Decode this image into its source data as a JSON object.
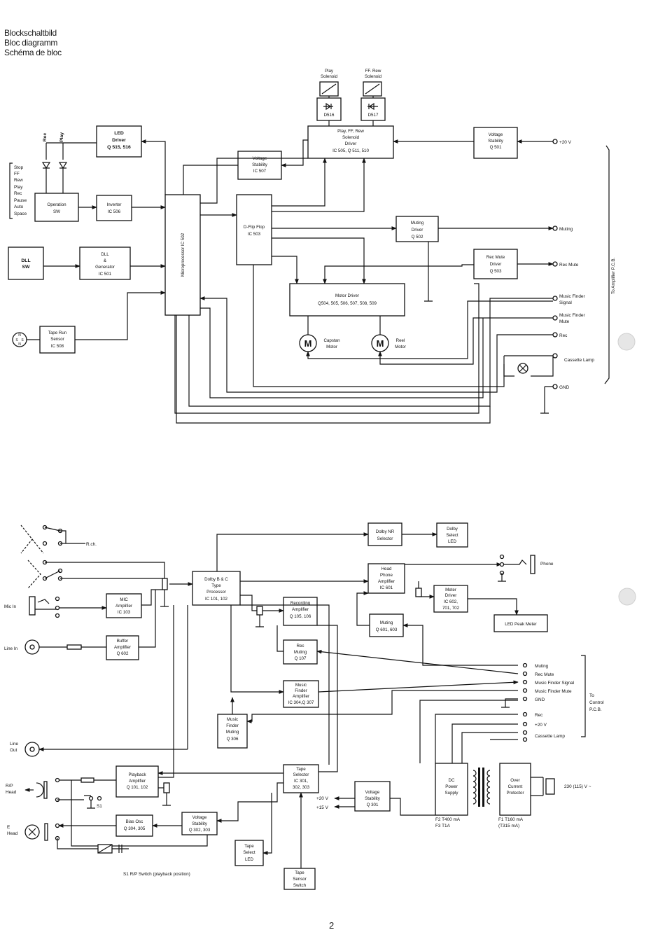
{
  "page": {
    "title_de": "Blockschaltbild",
    "title_en": "Bloc diagramm",
    "title_fr": "Schéma de bloc",
    "page_number": "2"
  },
  "control_section": {
    "blocks": {
      "play_solenoid": [
        "Play",
        "Solenoid"
      ],
      "ff_rew_solenoid": [
        "FF. Rew",
        "Solenoid"
      ],
      "d516": "D516",
      "d517": "D517",
      "solenoid_driver": [
        "Play, FF, Rew",
        "Solenoid",
        "Driver",
        "IC 505, Q 511, 510"
      ],
      "voltage_stability_q501": [
        "Voltage",
        "Stability",
        "Q 501"
      ],
      "led_driver": [
        "LED",
        "Driver",
        "Q 515, 516"
      ],
      "voltage_stability_ic507": [
        "Voltage",
        "Stability",
        "IC 507"
      ],
      "operation_sw": [
        "Operation",
        "SW"
      ],
      "inverter": [
        "Inverter",
        "IC 506"
      ],
      "microprocessor": "Microprocessor IC 502",
      "d_flip_flop": [
        "D-Flip Flop",
        "IC 503"
      ],
      "muting_driver": [
        "Muting",
        "Driver",
        "Q 502"
      ],
      "dll_sw": [
        "DLL",
        "SW"
      ],
      "dll_generator": [
        "DLL",
        "&",
        "Generator",
        "IC 501"
      ],
      "rec_mute_driver": [
        "Rec Mute",
        "Driver",
        "Q 503"
      ],
      "motor_driver": [
        "Motor Driver",
        "Q504, 505, 506, 507, 508, 509"
      ],
      "tape_run_sensor": [
        "Tape Run",
        "Sensor",
        "IC 508"
      ],
      "capstan_motor": [
        "Capstan",
        "Motor"
      ],
      "reel_motor": [
        "Reel",
        "Motor"
      ]
    },
    "vertical_labels": {
      "rec": "Rec",
      "play": "Play"
    },
    "switch_list": [
      "Stop",
      "FF",
      "Rew",
      "Play",
      "Rec",
      "Pause",
      "Auto",
      "Space"
    ],
    "motor_symbol": "M",
    "sensor_symbol": [
      "N",
      "S",
      "S",
      "N"
    ],
    "connectors": {
      "plus20v": "+20 V",
      "muting": "Muting",
      "rec_mute": "Rec Mute",
      "mf_signal": [
        "Music Finder",
        "Signal"
      ],
      "mf_mute": [
        "Music Finder",
        "Mute"
      ],
      "rec": "Rec",
      "cassette_lamp": "Cassette Lamp",
      "gnd": "GND"
    },
    "to_amplifier": "To Amplifier P.C.B."
  },
  "audio_section": {
    "blocks": {
      "dolby_nr_selector": [
        "Dolby NR",
        "Selector"
      ],
      "dolby_select_led": [
        "Dolby",
        "Select",
        "LED"
      ],
      "dolby_bc": [
        "Dolby B & C",
        "Type",
        "Processor",
        "IC 101, 102"
      ],
      "mic_amp": [
        "MIC",
        "Amplifier",
        "IC 103"
      ],
      "buffer_amp": [
        "Buffer",
        "Amplifier",
        "Q 602"
      ],
      "rec_amp": [
        "Recording",
        "Amplifier",
        "Q 105, 106"
      ],
      "rec_muting": [
        "Rec",
        "Muting",
        "Q 107"
      ],
      "mf_amp": [
        "Music",
        "Finder",
        "Amplifier",
        "IC 304,Q 307"
      ],
      "mf_muting": [
        "Music",
        "Finder",
        "Muting",
        "Q 306"
      ],
      "hp_amp": [
        "Head",
        "Phone",
        "Amplifier",
        "IC 601"
      ],
      "meter_driver": [
        "Meter",
        "Driver",
        "IC 602,",
        "701, 702"
      ],
      "led_peak_meter": "LED Peak Meter",
      "muting_601": [
        "Muting",
        "Q 601, 603"
      ],
      "playback_amp": [
        "Playback",
        "Amplifier",
        "Q 101, 102"
      ],
      "tape_selector": [
        "Tape",
        "Selector",
        "IC 301,",
        "302, 303"
      ],
      "voltage_stability_301": [
        "Voltage",
        "Stability",
        "Q 301"
      ],
      "bias_osc": [
        "Bias Osc",
        "Q 304, 305"
      ],
      "voltage_stability_302": [
        "Voltage",
        "Stability",
        "Q 302, 303"
      ],
      "tape_select_led": [
        "Tape",
        "Select",
        "LED"
      ],
      "tape_sensor_switch": [
        "Tape",
        "Sensor",
        "Switch"
      ],
      "dc_power_supply": [
        "DC",
        "Power",
        "Supply"
      ],
      "over_current": [
        "Over",
        "Current",
        "Protector"
      ]
    },
    "labels": {
      "rch": "R.ch.",
      "mic_in": "Mic In",
      "line_in": "Line In",
      "line_out": [
        "Line",
        "Out"
      ],
      "rp_head": [
        "R/P",
        "Head"
      ],
      "e_head": [
        "E",
        "Head"
      ],
      "phone": "Phone",
      "s1": "S1",
      "s1_note": "S1 R/P Switch (playback position)",
      "plus20v": "+20 V",
      "plus15v": "+15 V",
      "mains": "230 (115) V ~",
      "fuses_left": [
        "F2 T400 mA",
        "F3 T1A"
      ],
      "fuses_right": [
        "F1 T160 mA",
        "(T315 mA)"
      ]
    },
    "control_connectors": [
      "Muting",
      "Rec Mute",
      "Music Finder Signal",
      "Music Finder Mute",
      "GND",
      "Rec",
      "+20 V",
      "Cassette Lamp"
    ],
    "to_control": [
      "To",
      "Control",
      "P.C.B."
    ]
  }
}
